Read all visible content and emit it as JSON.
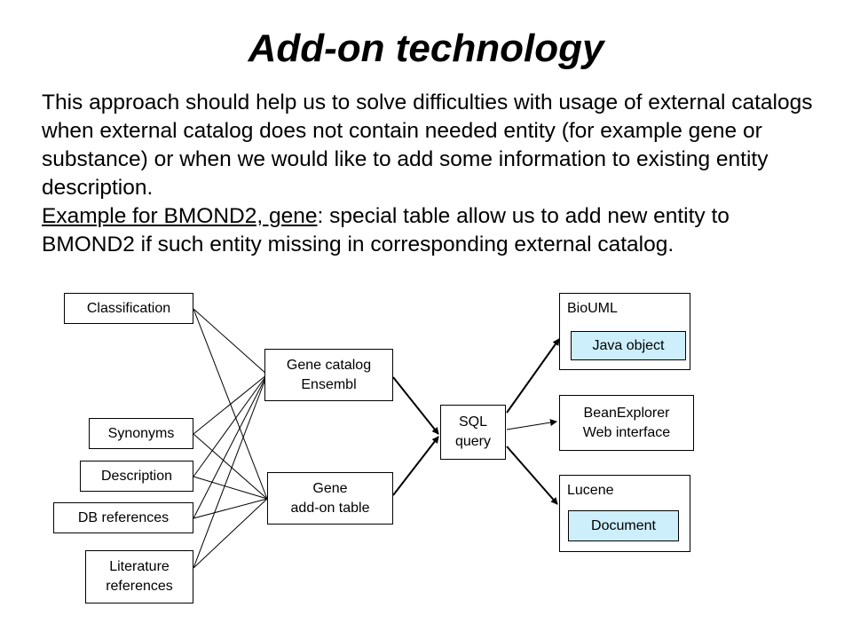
{
  "title": "Add-on technology",
  "paragraph1": "This approach should help us to solve difficulties with usage of external catalogs when external catalog does not contain needed entity (for example gene or substance) or when we would like to add some information to existing entity description.",
  "paragraph2_underlined": "Example for BMOND2, gene",
  "paragraph2_rest": ": special table allow us to add new entity to BMOND2 if such entity missing in corresponding external catalog.",
  "diagram": {
    "sources": {
      "classification": "Classification",
      "synonyms": "Synonyms",
      "description": "Description",
      "db_references": "DB references",
      "literature_line1": "Literature",
      "literature_line2": "references"
    },
    "gene_catalog_line1": "Gene catalog",
    "gene_catalog_line2": "Ensembl",
    "gene_addon_line1": "Gene",
    "gene_addon_line2": "add-on table",
    "sql_line1": "SQL",
    "sql_line2": "query",
    "bioUML_label": "BioUML",
    "java_object": "Java object",
    "beanexplorer_line1": "BeanExplorer",
    "beanexplorer_line2": "Web interface",
    "lucene_label": "Lucene",
    "document": "Document",
    "colors": {
      "inner_box_fill": "#cdeffc",
      "line": "#000000"
    }
  }
}
